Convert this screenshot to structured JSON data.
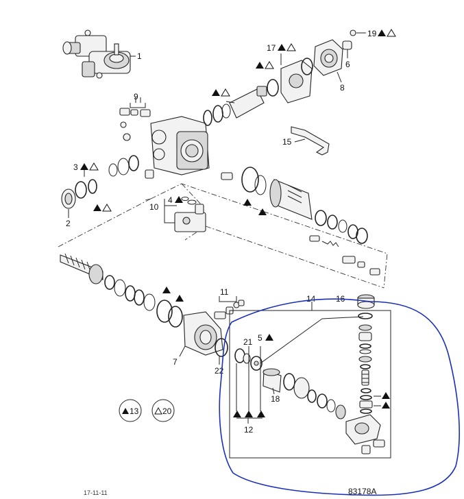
{
  "labels": {
    "p1": "1",
    "p2": "2",
    "p3": "3",
    "p4": "4",
    "p5": "5",
    "p6": "6",
    "p7": "7",
    "p8": "8",
    "p9": "9",
    "p10": "10",
    "p11": "11",
    "p12": "12",
    "p14": "14",
    "p15": "15",
    "p16": "16",
    "p17": "17",
    "p18": "18",
    "p19": "19",
    "p21": "21",
    "p22": "22"
  },
  "legend": {
    "kit_13": "13",
    "kit_20": "20"
  },
  "footer": {
    "date": "17-11-11",
    "drawing_code": "83178A"
  },
  "colors": {
    "annotation": "#1a2fb8",
    "line": "#222222"
  }
}
